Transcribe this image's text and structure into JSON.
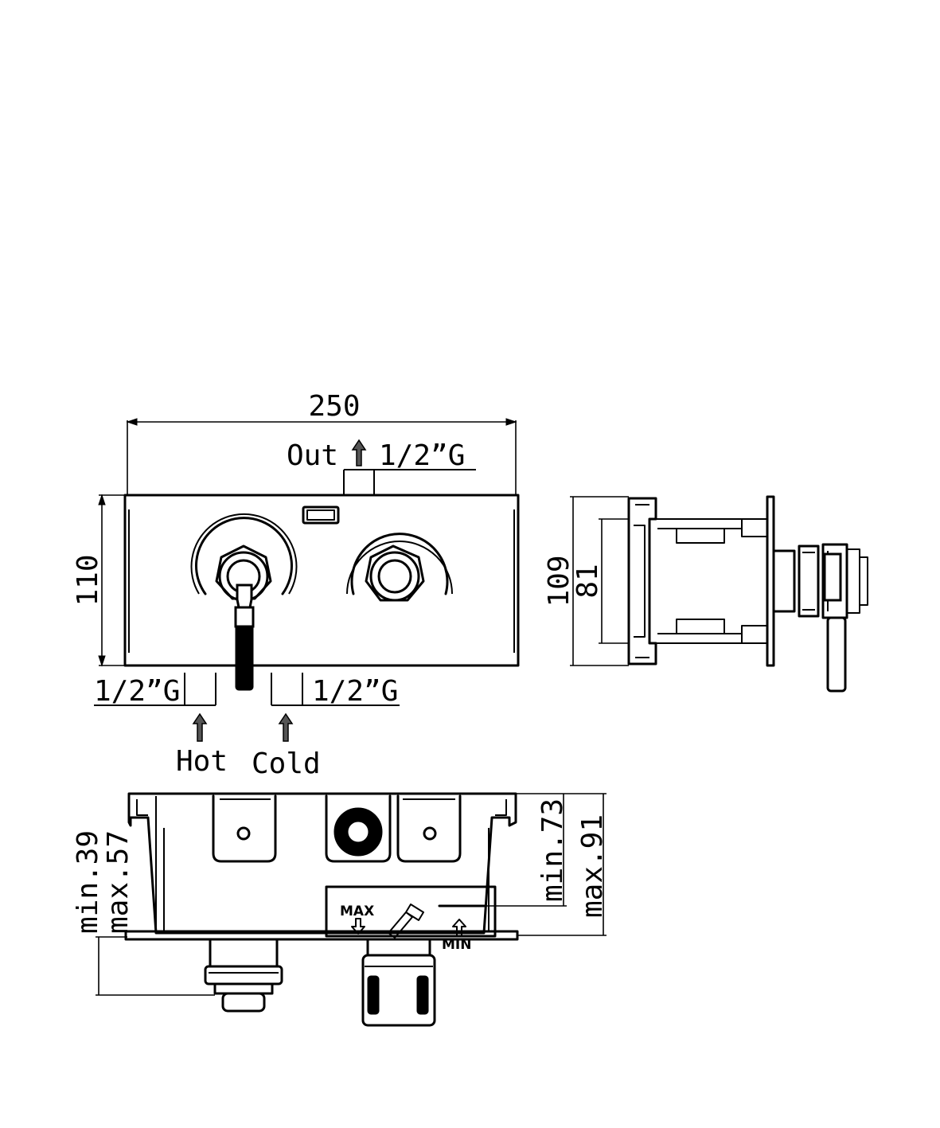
{
  "front_view": {
    "width": "250",
    "height": "110",
    "outlet": {
      "label": "Out",
      "thread": "1/2”G"
    },
    "inlet_hot": {
      "label": "Hot",
      "thread": "1/2”G"
    },
    "inlet_cold": {
      "label": "Cold",
      "thread": "1/2”G"
    }
  },
  "side_view": {
    "outer_height": "109",
    "inner_height": "81"
  },
  "top_view": {
    "left_min": "min.39",
    "left_max": "max.57",
    "right_min": "min.73",
    "right_max": "max.91",
    "gauge_max": "MAX",
    "gauge_min": "MIN"
  },
  "icons": {
    "flow_arrow": "flow-arrow-icon",
    "handle": "lever-handle-icon"
  },
  "colors": {
    "line": "#000000",
    "arrow_fill": "#555555"
  }
}
